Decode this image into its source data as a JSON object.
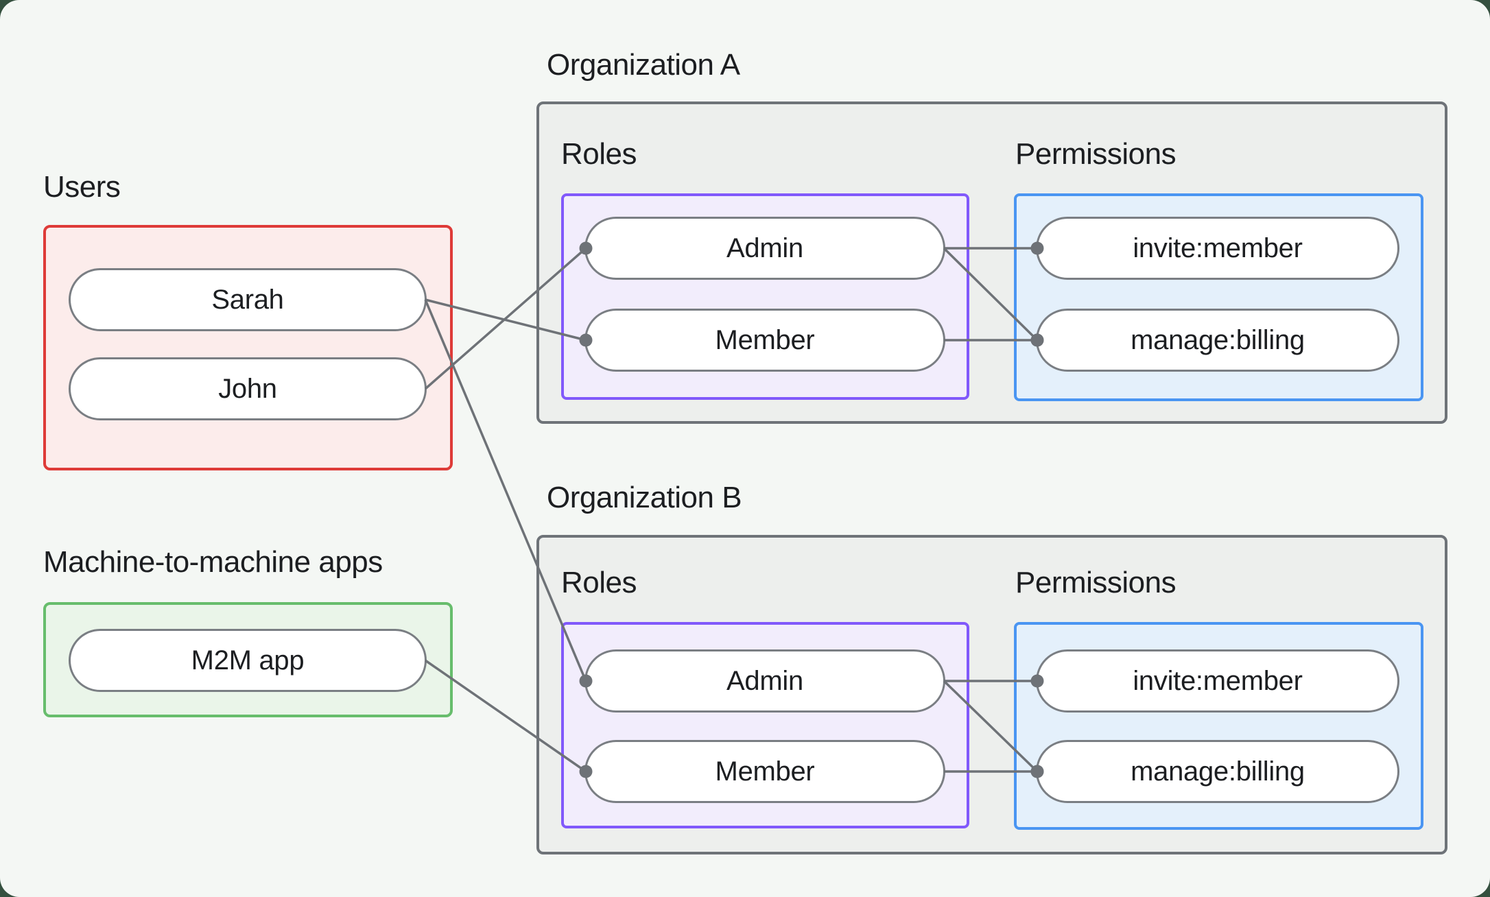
{
  "colors": {
    "backdrop": "#35503F",
    "canvas-bg": "#F4F7F4",
    "org-bg": "#EDEFED",
    "org-border": "#6E7378",
    "users-border": "#DE3B38",
    "users-bg": "#FCECEB",
    "m2m-border": "#67BD6C",
    "m2m-bg": "#EAF5E9",
    "roles-border": "#8159FB",
    "roles-bg": "#F2EDFC",
    "perms-border": "#4A95F2",
    "perms-bg": "#E4F0FB",
    "pill-bg": "#FFFFFF",
    "pill-border": "#7A7E83",
    "line": "#6E7277",
    "text": "#1C1E21"
  },
  "diagram": {
    "users_group": {
      "label": "Users",
      "members": [
        {
          "id": "user-sarah",
          "label": "Sarah"
        },
        {
          "id": "user-john",
          "label": "John"
        }
      ]
    },
    "m2m_group": {
      "label": "Machine-to-machine apps",
      "members": [
        {
          "id": "m2m-app",
          "label": "M2M app"
        }
      ]
    },
    "organizations": [
      {
        "label": "Organization A",
        "roles_label": "Roles",
        "permissions_label": "Permissions",
        "roles": [
          {
            "id": "orgA-role-admin",
            "label": "Admin"
          },
          {
            "id": "orgA-role-member",
            "label": "Member"
          }
        ],
        "permissions": [
          {
            "id": "orgA-perm-invite",
            "label": "invite:member"
          },
          {
            "id": "orgA-perm-billing",
            "label": "manage:billing"
          }
        ]
      },
      {
        "label": "Organization B",
        "roles_label": "Roles",
        "permissions_label": "Permissions",
        "roles": [
          {
            "id": "orgB-role-admin",
            "label": "Admin"
          },
          {
            "id": "orgB-role-member",
            "label": "Member"
          }
        ],
        "permissions": [
          {
            "id": "orgB-perm-invite",
            "label": "invite:member"
          },
          {
            "id": "orgB-perm-billing",
            "label": "manage:billing"
          }
        ]
      }
    ]
  },
  "edges": [
    {
      "from": "user-sarah",
      "to": "orgA-role-member"
    },
    {
      "from": "user-john",
      "to": "orgA-role-admin"
    },
    {
      "from": "user-sarah",
      "to": "orgB-role-admin"
    },
    {
      "from": "m2m-app",
      "to": "orgB-role-member"
    },
    {
      "from": "orgA-role-admin",
      "to": "orgA-perm-invite"
    },
    {
      "from": "orgA-role-admin",
      "to": "orgA-perm-billing"
    },
    {
      "from": "orgA-role-member",
      "to": "orgA-perm-billing"
    },
    {
      "from": "orgB-role-admin",
      "to": "orgB-perm-invite"
    },
    {
      "from": "orgB-role-admin",
      "to": "orgB-perm-billing"
    },
    {
      "from": "orgB-role-member",
      "to": "orgB-perm-billing"
    }
  ]
}
